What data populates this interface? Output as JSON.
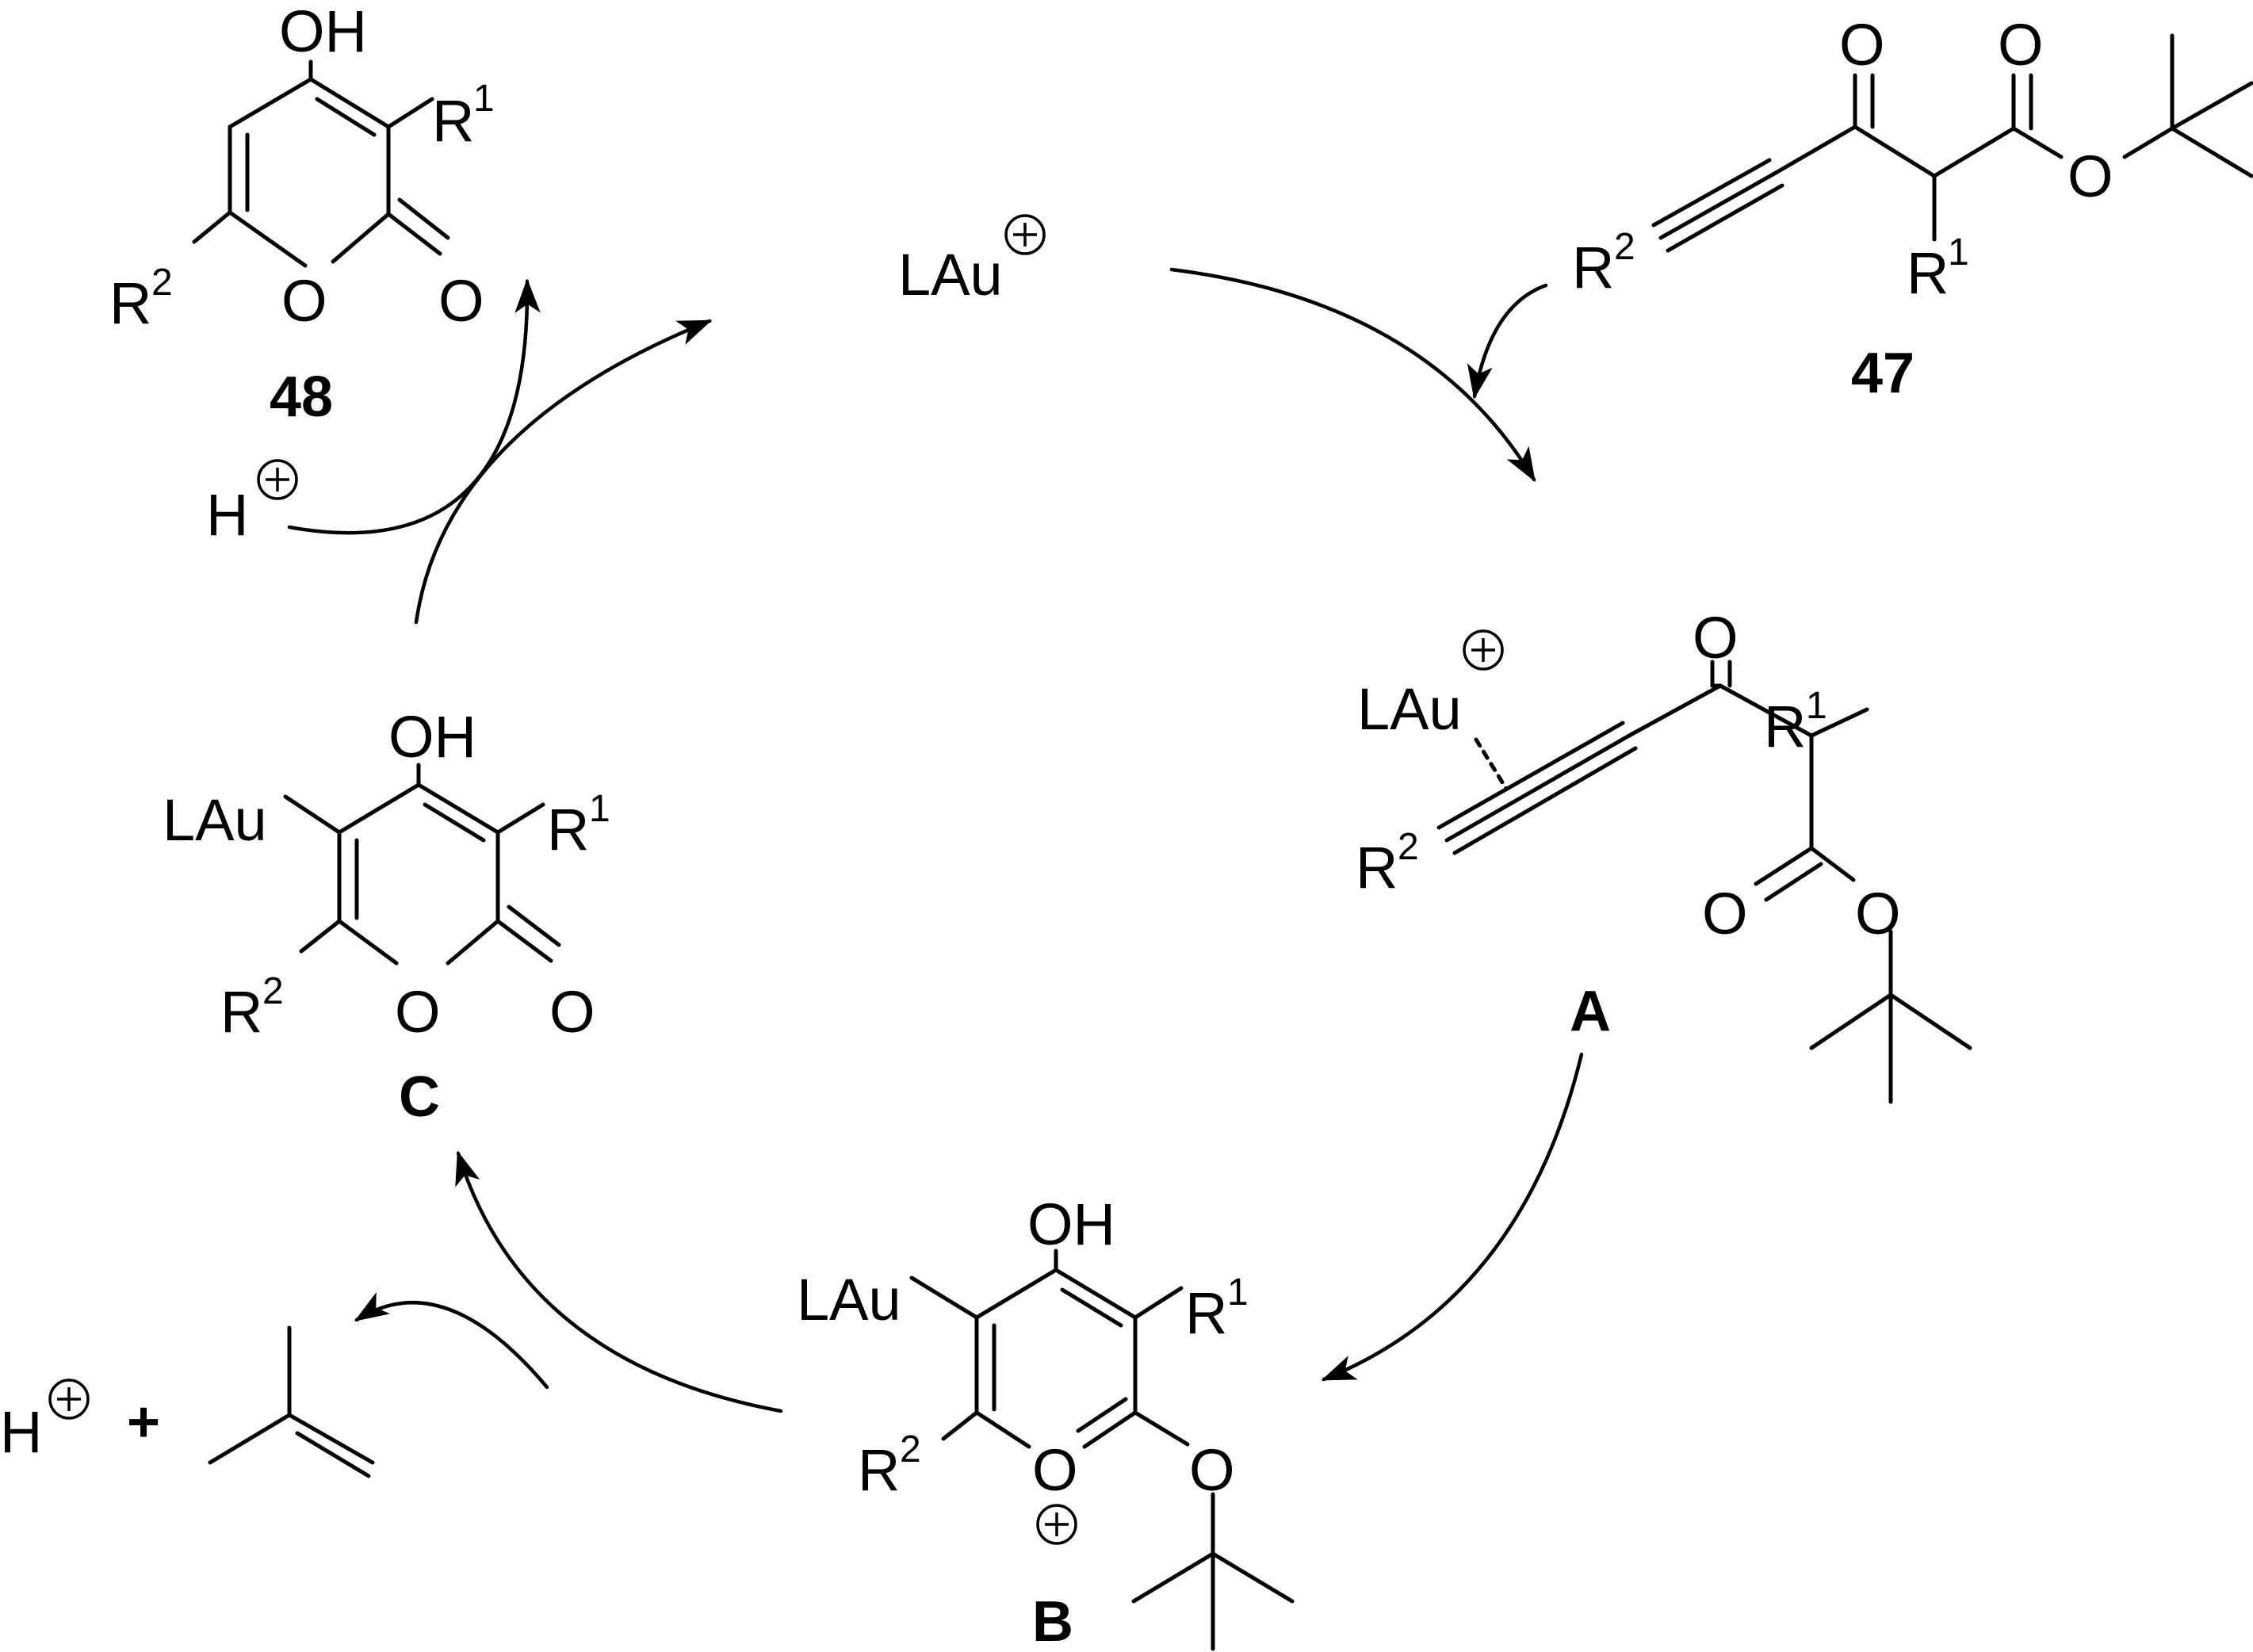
{
  "figure": {
    "type": "catalytic-cycle",
    "compounds": {
      "c48": "48",
      "c47": "47",
      "A": "A",
      "B": "B",
      "C": "C"
    },
    "labels": {
      "OH": "OH",
      "O": "O",
      "R": "R",
      "sup1": "1",
      "sup2": "2",
      "LAu": "LAu",
      "H": "H",
      "plus": "+"
    }
  }
}
